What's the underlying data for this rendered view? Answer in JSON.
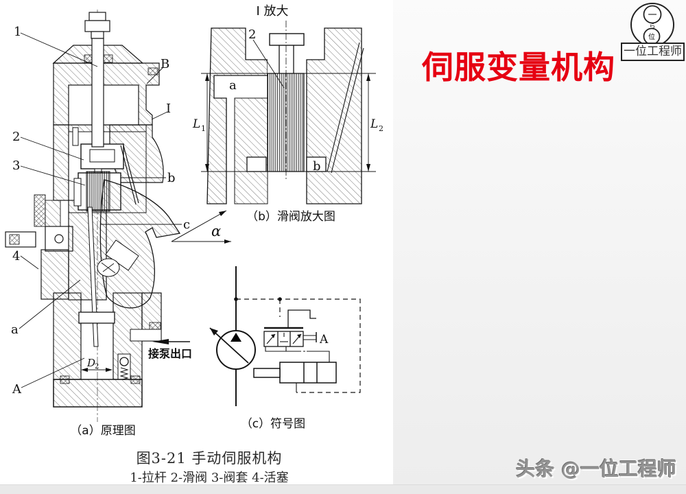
{
  "slide": {
    "title": "伺服变量机构",
    "title_color": "#e60012"
  },
  "logo": {
    "box_text": "一位工程师",
    "seal_top": "一",
    "seal_mid": "ら",
    "seal_bottom": "位"
  },
  "watermark": {
    "text": "头条 @一位工程师"
  },
  "figure": {
    "caption": "图3-21  手动伺服机构",
    "legend": "1-拉杆 2-滑阀 3-阀套 4-活塞"
  },
  "diagram_a": {
    "caption": "（a）原理图",
    "port_text": "接泵出口",
    "labels": {
      "l1": "1",
      "l2": "2",
      "l3": "3",
      "l4": "4",
      "lB": "B",
      "lI": "I",
      "lb": "b",
      "lc": "c",
      "la": "a",
      "lA": "A",
      "alpha": "α",
      "dim": "D",
      "dim_sub": "2"
    }
  },
  "diagram_b": {
    "title": "I 放大",
    "caption": "（b）滑阀放大图",
    "labels": {
      "l2": "2",
      "la": "a",
      "lb": "b",
      "L1": "L",
      "L1_sub": "1",
      "L2": "L",
      "L2_sub": "2"
    }
  },
  "diagram_c": {
    "caption": "（c）符号图",
    "labels": {
      "lA": "A"
    }
  }
}
